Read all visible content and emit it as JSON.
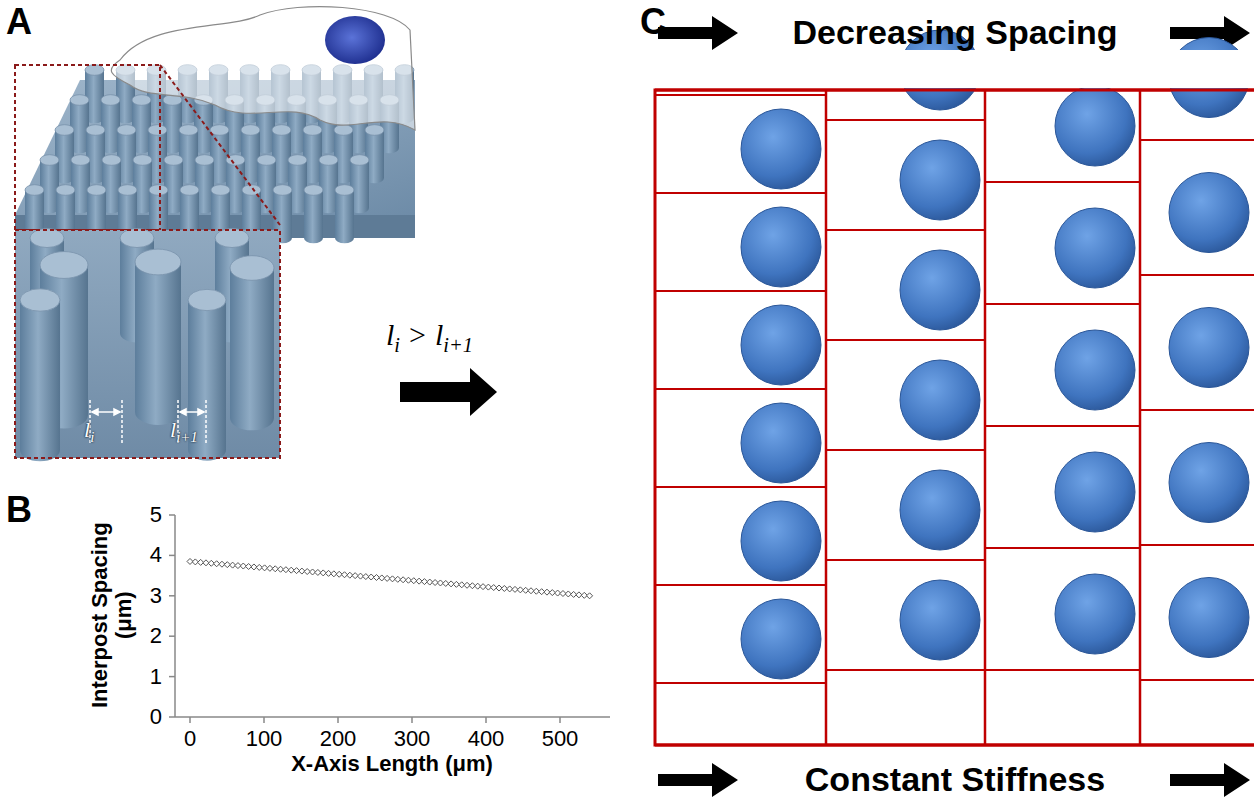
{
  "diagram": {
    "labels": [
      "A",
      "B",
      "C",
      "Decreasing Spacing",
      "Constant Stiffness",
      "l",
      "i",
      "l",
      "i+1",
      "l",
      "i",
      ">",
      "l",
      "i+1",
      "0",
      "1",
      "2",
      "3",
      "4",
      "5",
      "0",
      "100",
      "200",
      "300",
      "400",
      "500",
      "Interpost Spacing (μm)",
      "X-Axis Length (μm)"
    ]
  }
}
